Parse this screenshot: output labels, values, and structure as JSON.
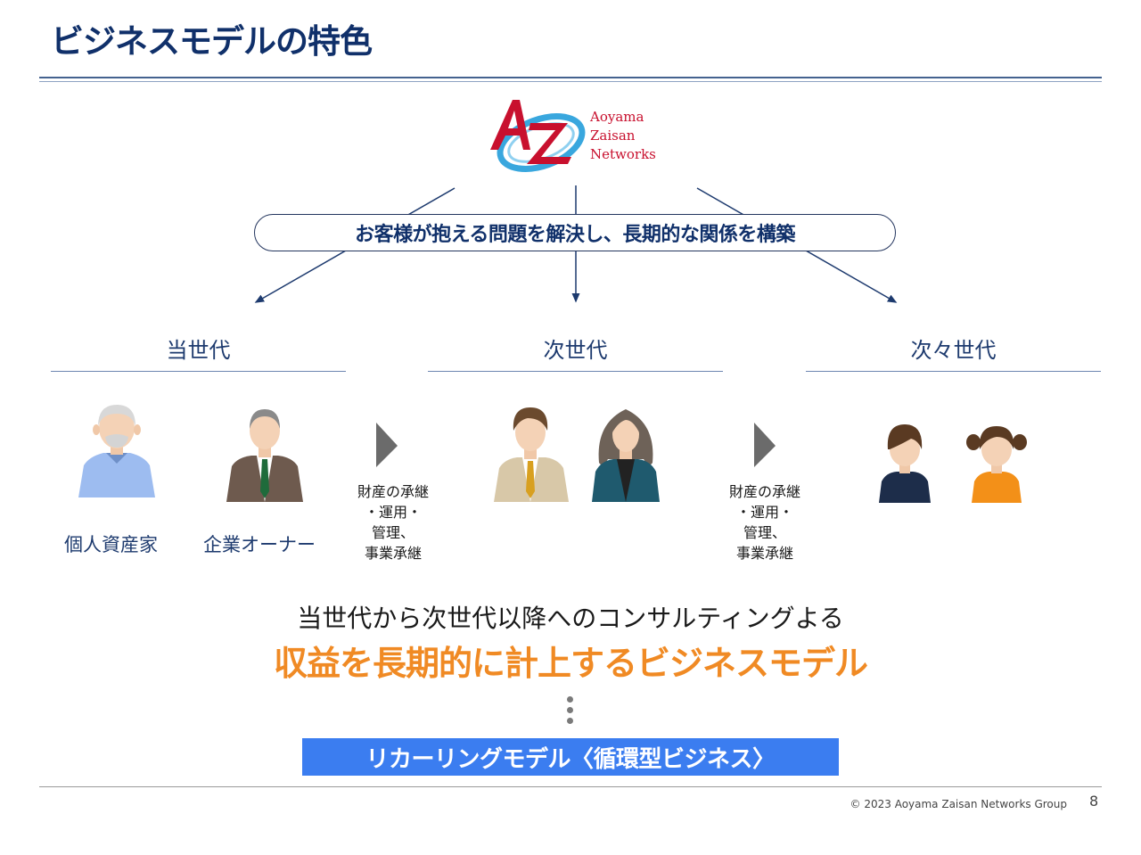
{
  "title": "ビジネスモデルの特色",
  "logo": {
    "mark": "AZ",
    "lines": [
      "Aoyama",
      "Zaisan",
      "Networks"
    ],
    "color": "#c8102e"
  },
  "mission": "お客様が抱える問題を解決し、長期的な関係を構築",
  "generations": [
    {
      "label": "当世代"
    },
    {
      "label": "次世代"
    },
    {
      "label": "次々世代"
    }
  ],
  "people": {
    "individual_investor": "個人資産家",
    "business_owner": "企業オーナー"
  },
  "flow_texts": [
    [
      "財産の承継",
      "・運用・",
      "管理、",
      "事業承継"
    ],
    [
      "財産の承継",
      "・運用・",
      "管理、",
      "事業承継"
    ]
  ],
  "subheading": "当世代から次世代以降へのコンサルティングよる",
  "headline": "収益を長期的に計上するビジネスモデル",
  "banner": "リカーリングモデル〈循環型ビジネス〉",
  "footer": {
    "copyright": "© 2023 Aoyama Zaisan Networks Group",
    "page": "8"
  },
  "colors": {
    "navy": "#10306a",
    "orange": "#f08a24",
    "banner_blue": "#3b7df0",
    "logo_red": "#c8102e"
  }
}
